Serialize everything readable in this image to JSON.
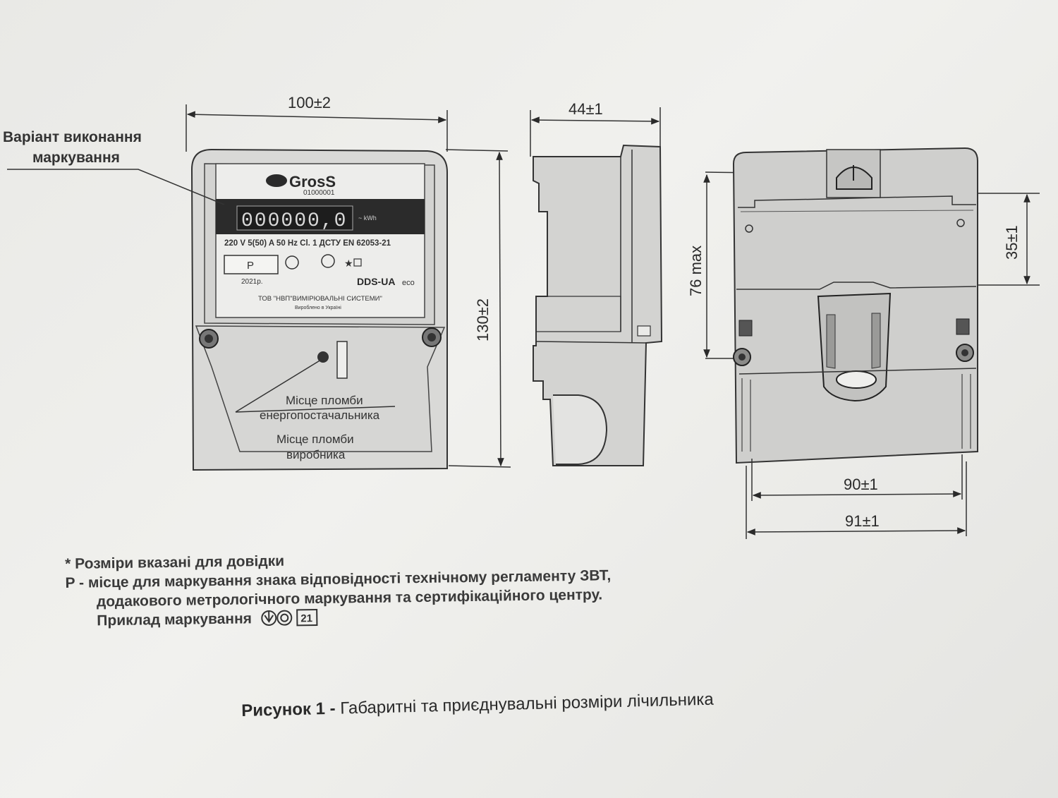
{
  "front_view": {
    "dim_width": "100±2",
    "dim_height": "130±2",
    "callout_marking": [
      "Варіант виконання",
      "маркування"
    ],
    "brand": "GrosS",
    "serial": "01000001",
    "counter_digits": "000000,0",
    "counter_unit": "~ kWh",
    "rating_line": "220 V  5(50) A  50 Hz   Cl. 1 ДСТУ EN 62053-21",
    "p_box": "P",
    "year": "2021р.",
    "model": "DDS-UA",
    "model_suffix": "eco",
    "manufacturer": "ТОВ \"НВП\"ВИМІРЮВАЛЬНІ СИСТЕМИ\"",
    "made_in": "Вироблено в Україні",
    "seal_supplier": [
      "Місце пломби",
      "енергопостачальника"
    ],
    "seal_manufacturer": [
      "Місце пломби",
      "виробника"
    ]
  },
  "side_view": {
    "dim_depth": "44±1"
  },
  "back_view": {
    "dim_76": "76 max",
    "dim_35": "35±1",
    "dim_90": "90±1",
    "dim_91": "91±1"
  },
  "notes": {
    "line1": "* Розміри вказані для довідки",
    "line2": "P - місце для маркування знака відповідності технічному регламенту ЗВТ,",
    "line3": "додакового метрологічного маркування та сертифікаційного центру.",
    "line4": "Приклад маркування",
    "mark_year": "21"
  },
  "caption": {
    "label": "Рисунок 1 -",
    "text": " Габаритні та приєднувальні розміри лічильника"
  }
}
